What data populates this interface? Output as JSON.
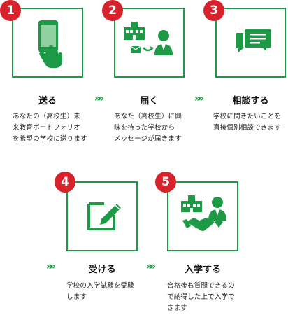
{
  "colors": {
    "accent": "#1c9a45",
    "badge": "#d8222b"
  },
  "steps": [
    {
      "number": "1",
      "title": "送る",
      "icon": "smartphone-tap-icon",
      "desc": "あなたの（高校生）未\n来教育ポートフォリオ\nを希望の学校に送ります"
    },
    {
      "number": "2",
      "title": "届く",
      "icon": "school-to-student-icon",
      "desc": "あなた（高校生）に興\n味を持った学校から\nメッセージが届きます"
    },
    {
      "number": "3",
      "title": "相談する",
      "icon": "chat-bubbles-icon",
      "desc": "学校に聞きたいことを\n直接個別相談できます"
    },
    {
      "number": "4",
      "title": "受ける",
      "icon": "document-pen-icon",
      "desc": "学校の入学試験を受験\nします"
    },
    {
      "number": "5",
      "title": "入学する",
      "icon": "school-handshake-icon",
      "desc": "合格後も質問できるの\nで納得した上で入学で\nきます"
    }
  ],
  "arrow_glyph": "»»"
}
